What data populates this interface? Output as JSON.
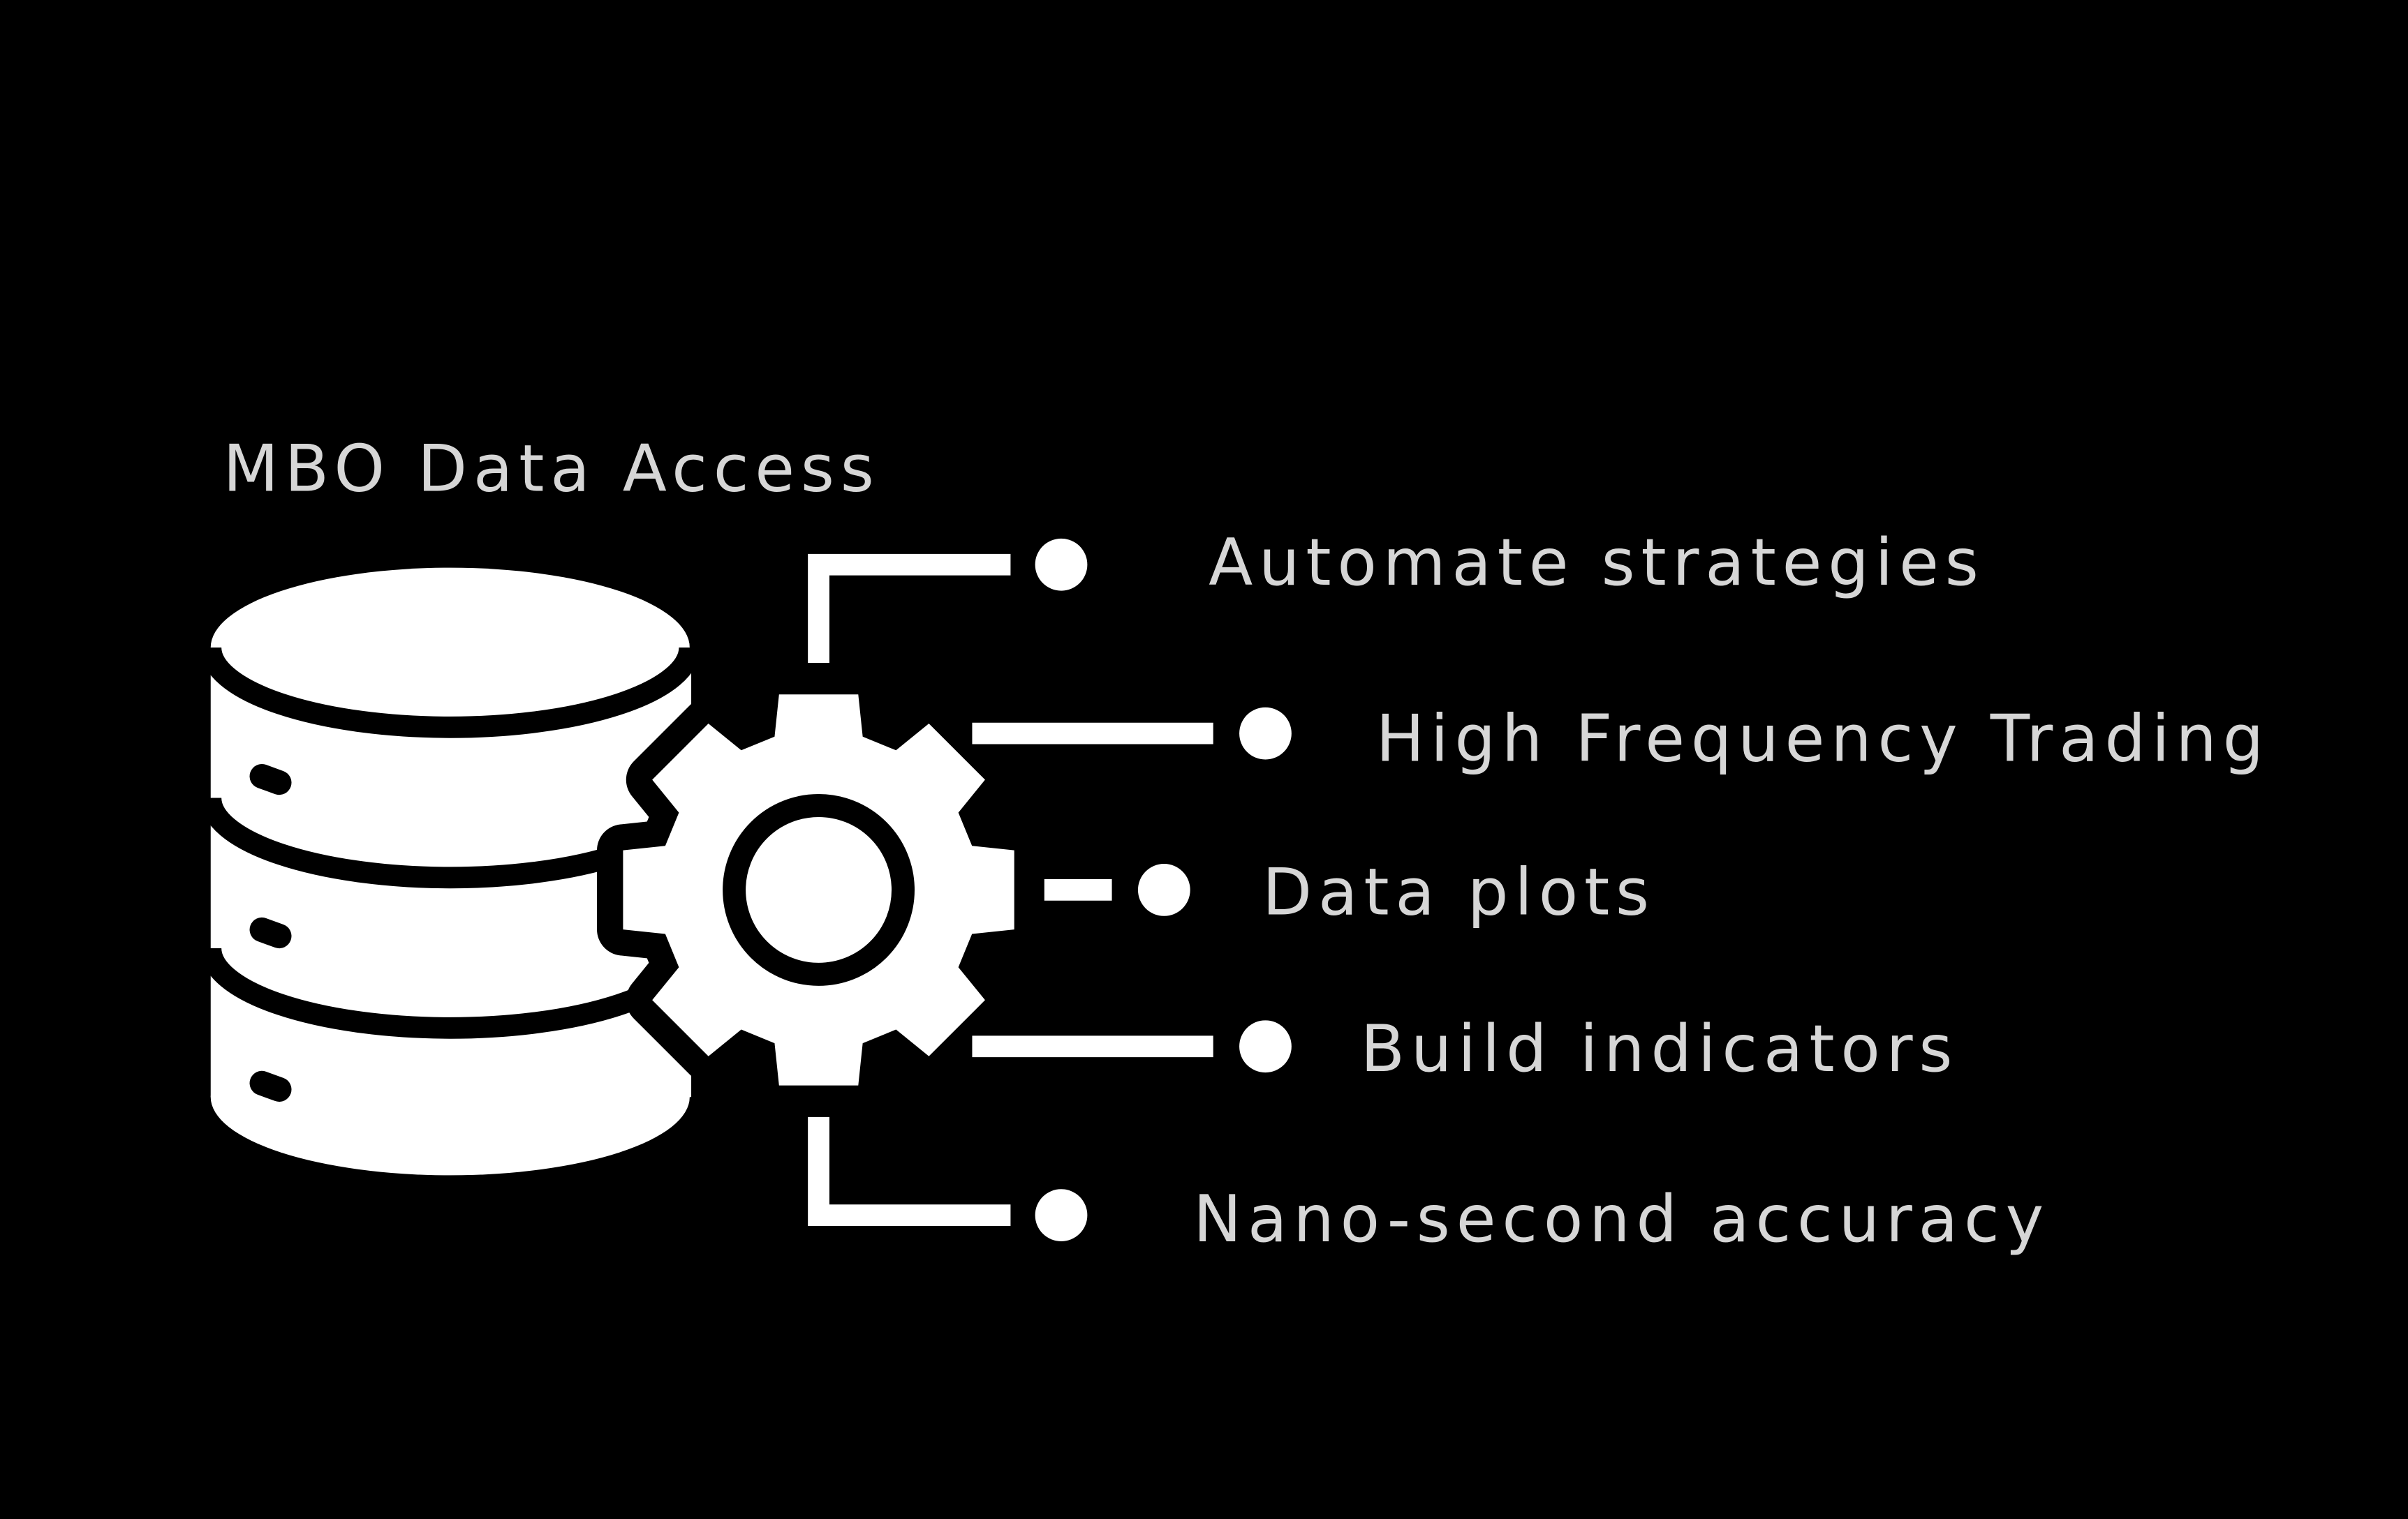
{
  "title": "MBO Data Access",
  "items": [
    {
      "label": "Automate strategies"
    },
    {
      "label": "High Frequency Trading"
    },
    {
      "label": "Data plots"
    },
    {
      "label": "Build indicators"
    },
    {
      "label": "Nano-second accuracy"
    }
  ],
  "colors": {
    "background": "#000000",
    "icon": "#ffffff",
    "text": "#d6d6d6"
  }
}
